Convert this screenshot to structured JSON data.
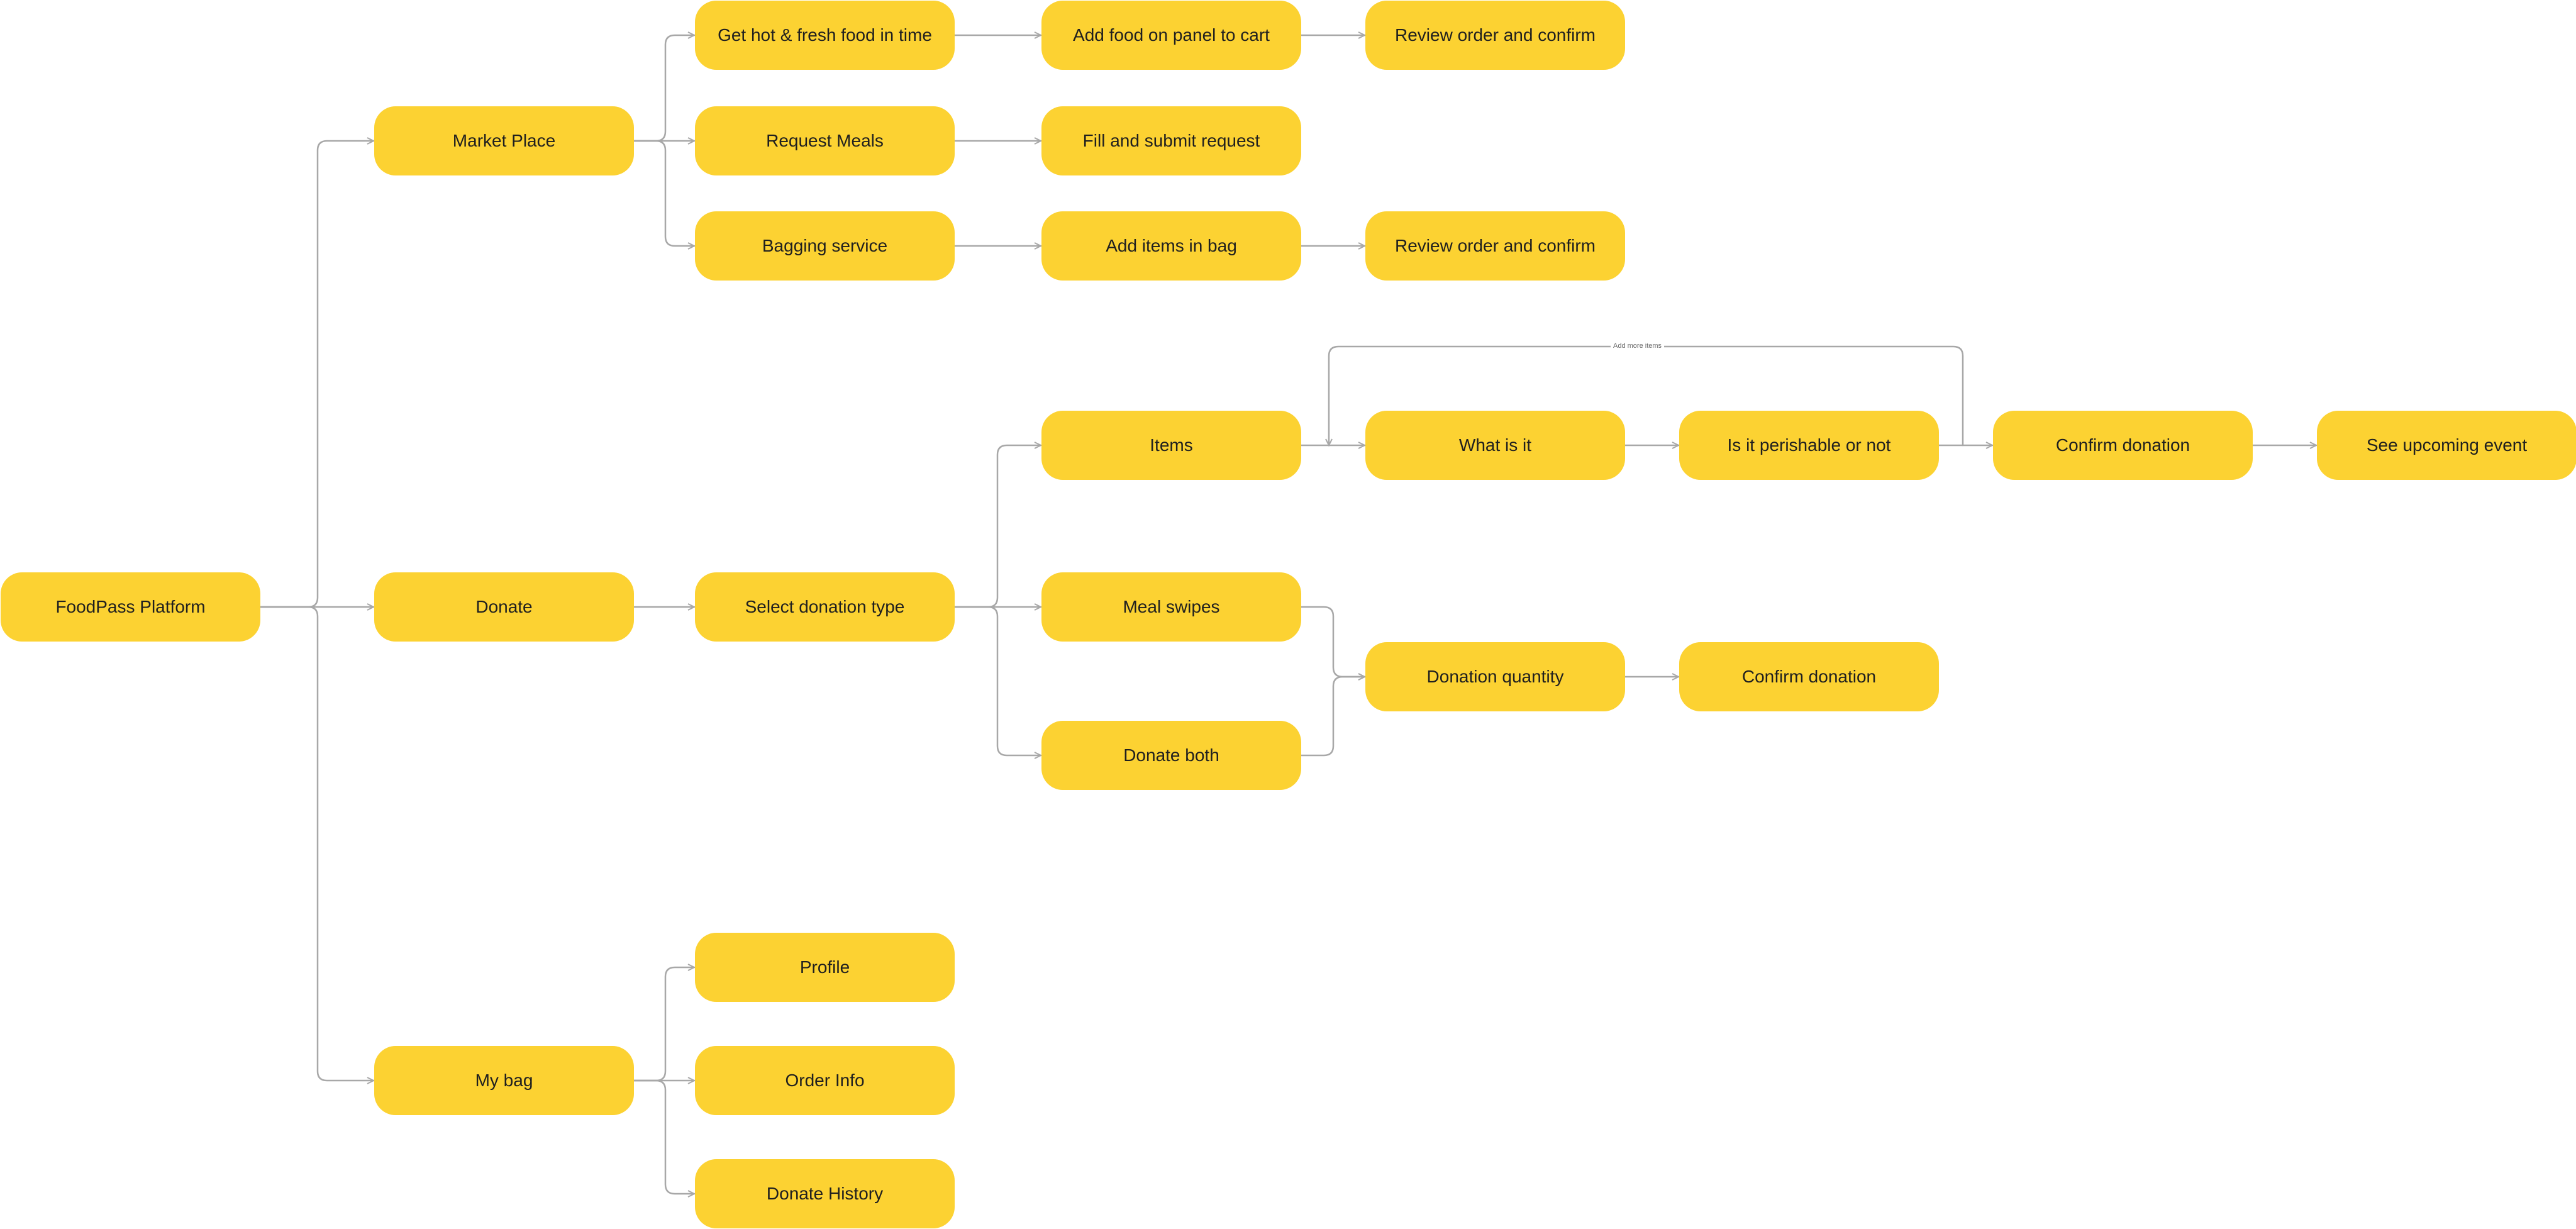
{
  "colors": {
    "node_fill": "#fcd232",
    "node_text": "#1f1f1f",
    "connector": "#a8a8a8",
    "background": "#ffffff"
  },
  "nodes": {
    "root": "FoodPass Platform",
    "market_place": "Market Place",
    "donate": "Donate",
    "my_bag": "My bag",
    "hot_food": "Get hot & fresh food in time",
    "request_meals": "Request Meals",
    "bagging_service": "Bagging service",
    "add_food_cart": "Add food on panel to cart",
    "fill_submit": "Fill and submit request",
    "add_items_bag": "Add items in bag",
    "review_confirm_1": "Review order and confirm",
    "review_confirm_2": "Review order and confirm",
    "select_type": "Select donation type",
    "items": "Items",
    "meal_swipes": "Meal swipes",
    "donate_both": "Donate both",
    "what_is_it": "What is it",
    "perishable": "Is it perishable or not",
    "confirm_donation_items": "Confirm donation",
    "upcoming_event": "See upcoming event",
    "donation_quantity": "Donation quantity",
    "confirm_donation_qty": "Confirm donation",
    "profile": "Profile",
    "order_info": "Order Info",
    "donate_history": "Donate History"
  },
  "loop_label": "Add more items"
}
